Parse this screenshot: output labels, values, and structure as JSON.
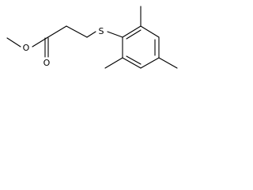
{
  "molecule": {
    "atoms": {
      "sulfur": "S",
      "carbonyl_oxygen": "O",
      "ester_oxygen": "O"
    },
    "colors": {
      "bond": "#000000",
      "label": "#000000",
      "background": "#ffffff"
    }
  }
}
